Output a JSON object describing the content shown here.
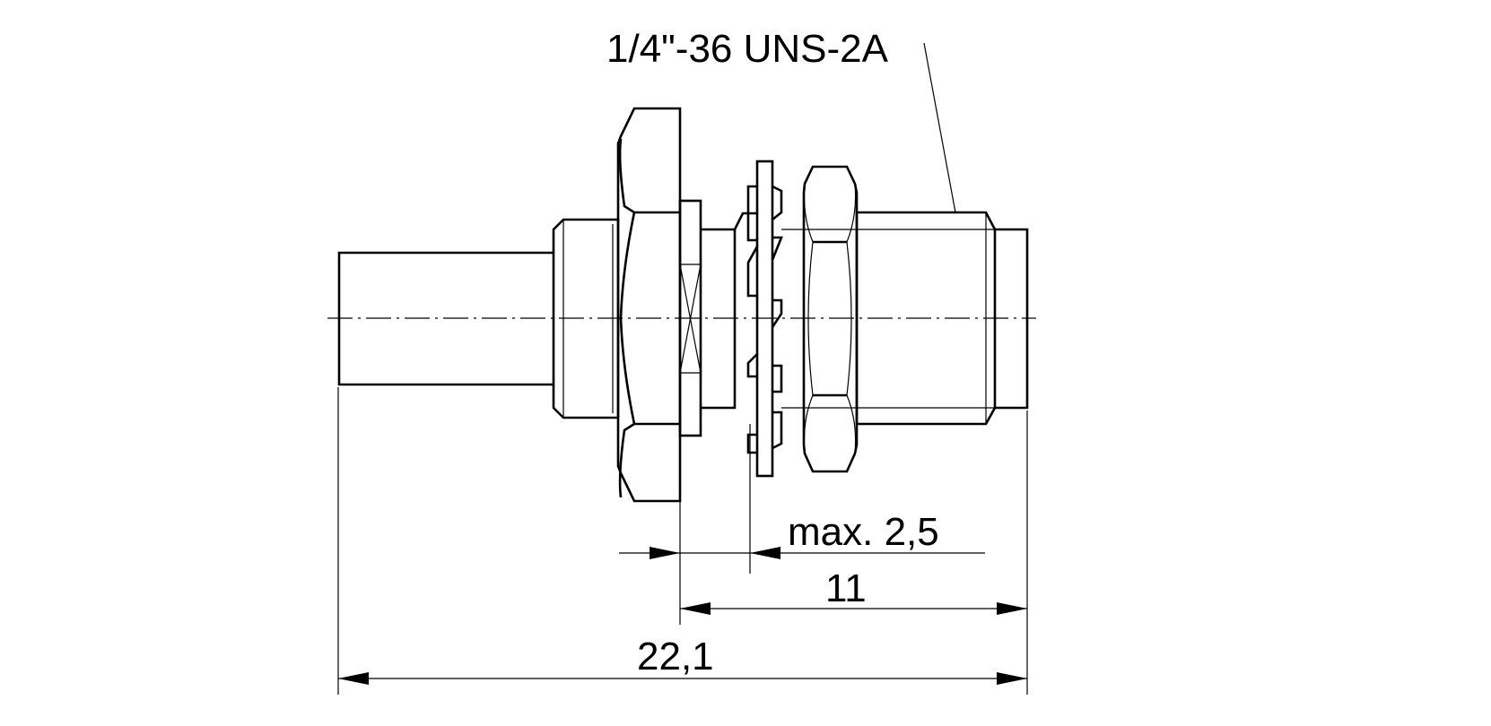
{
  "drawing": {
    "thread_callout": "1/4\"-36 UNS-2A",
    "dimensions": {
      "panel_thickness": "max. 2,5",
      "thread_length": "11",
      "overall_length": "22,1"
    }
  }
}
